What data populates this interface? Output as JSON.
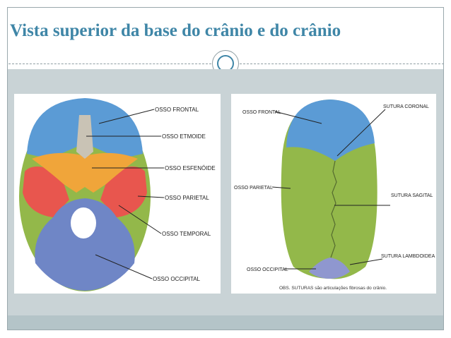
{
  "title": "Vista superior da base do crânio e do crânio",
  "left_diagram": {
    "labels": {
      "frontal": "OSSO FRONTAL",
      "etmoide": "OSSO ETMOIDE",
      "esfenoide": "OSSO ESFENÓIDE",
      "parietal": "OSSO PARIETAL",
      "temporal": "OSSO TEMPORAL",
      "occipital": "OSSO OCCIPITAL"
    }
  },
  "right_diagram": {
    "labels": {
      "frontal": "OSSO FRONTAL",
      "coronal": "SUTURA CORONAL",
      "parietal": "OSSO PARIETAL",
      "sagital": "SUTURA SAGITAL",
      "lambdoidea": "SUTURA LAMBDOIDEA",
      "occipital": "OSSO OCCIPITAL"
    },
    "note": "OBS. SUTURAS são articulações fibrosas do crânio."
  },
  "colors": {
    "title": "#3f86a7",
    "frontal": "#5b9bd5",
    "etmoide": "#c9c3b5",
    "esfenoide": "#f0a53a",
    "parietal": "#93b84a",
    "temporal": "#e8564e",
    "occipital": "#6f86c6"
  }
}
